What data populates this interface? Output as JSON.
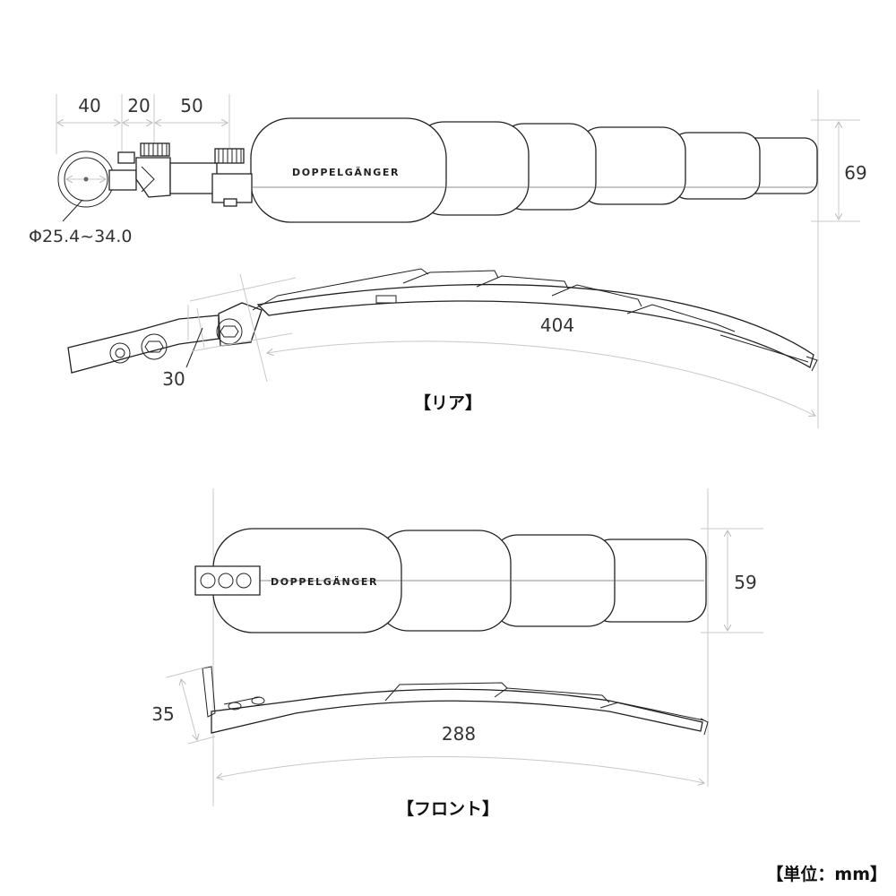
{
  "rear": {
    "caption": "【リア】",
    "brand": "DOPPELGÄNGER",
    "dim_40": "40",
    "dim_20": "20",
    "dim_50": "50",
    "dim_height": "69",
    "dim_clamp": "Φ25.4~34.0",
    "dim_angle": "30",
    "dim_length": "404"
  },
  "front": {
    "caption": "【フロント】",
    "brand": "DOPPELGÄNGER",
    "dim_height": "59",
    "dim_bracket": "35",
    "dim_length": "288"
  },
  "unit_label": "【単位：mm】"
}
